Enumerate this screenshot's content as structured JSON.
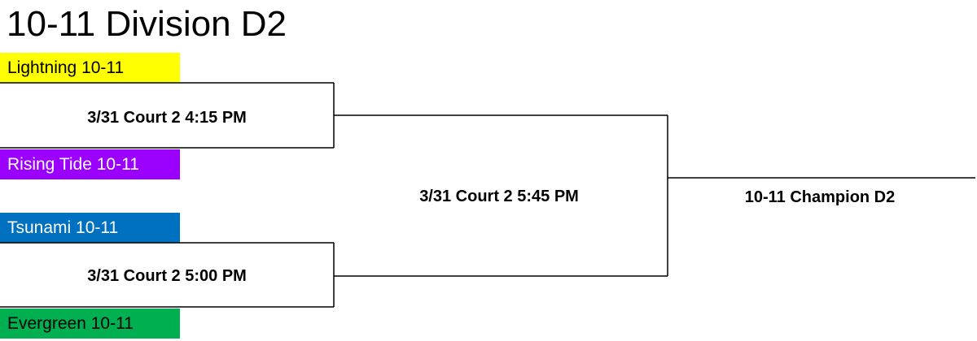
{
  "title": "10-11 Division D2",
  "teams": [
    {
      "name": "Lightning 10-11",
      "bg": "#ffff00",
      "fg": "#000000"
    },
    {
      "name": "Rising Tide 10-11",
      "bg": "#9b00ff",
      "fg": "#ffffff"
    },
    {
      "name": "Tsunami 10-11",
      "bg": "#0070c0",
      "fg": "#ffffff"
    },
    {
      "name": "Evergreen 10-11",
      "bg": "#00b050",
      "fg": "#000000"
    }
  ],
  "games": {
    "game1": "3/31 Court 2 4:15 PM",
    "game2": "3/31 Court 2 5:00 PM",
    "final": "3/31 Court 2 5:45 PM",
    "champion": "10-11 Champion D2"
  }
}
